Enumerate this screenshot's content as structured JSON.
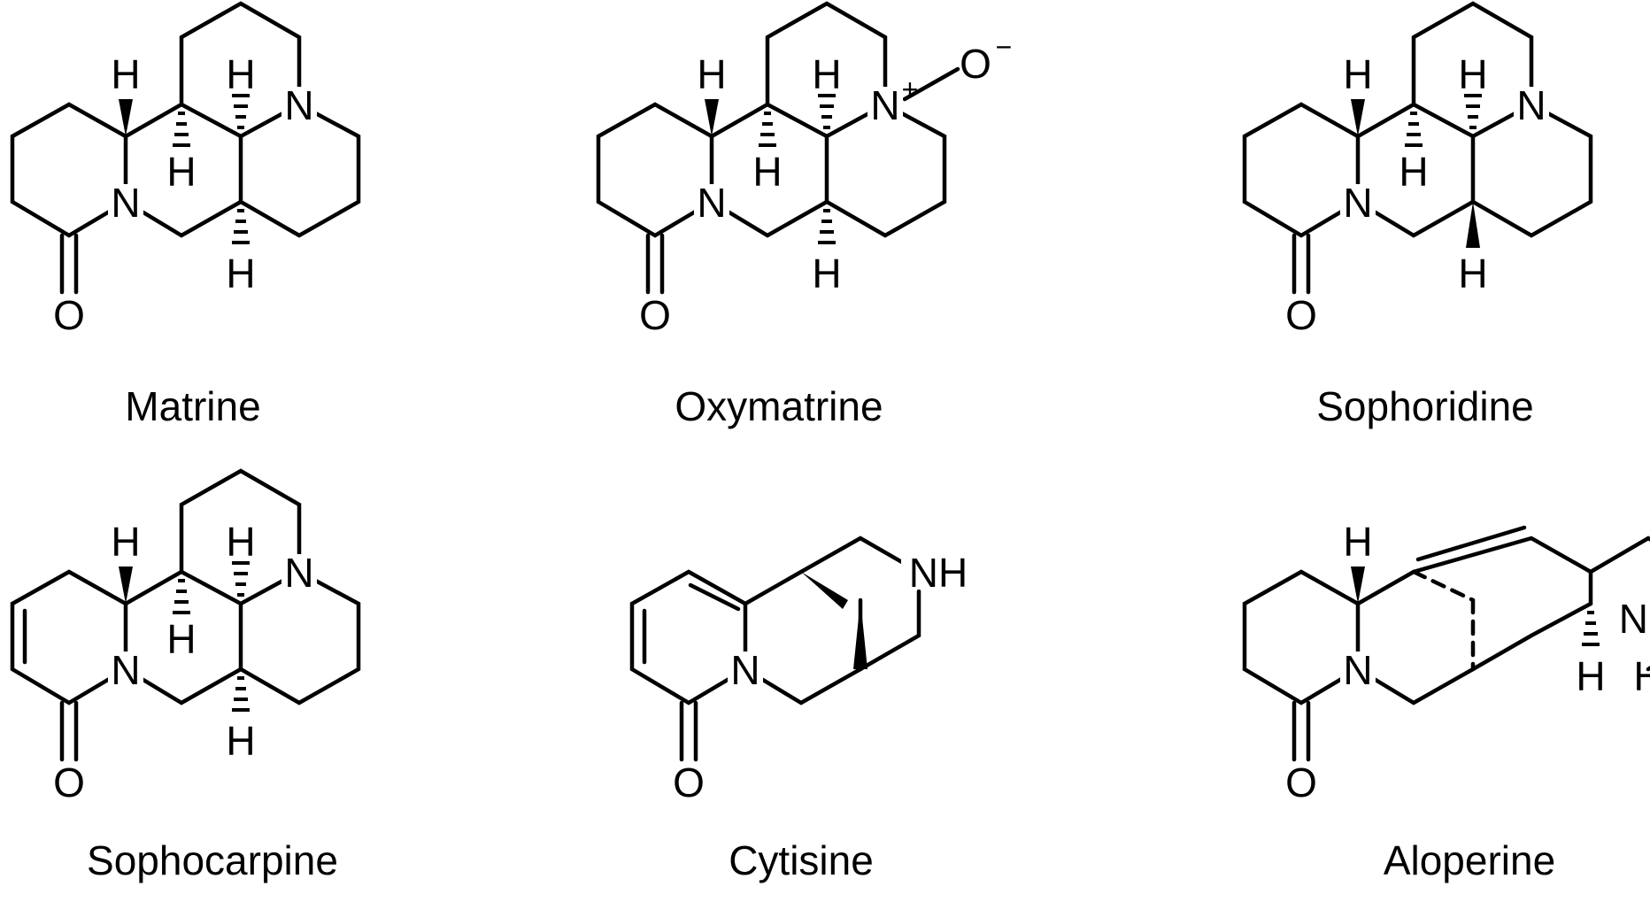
{
  "compounds": [
    {
      "name": "Matrine"
    },
    {
      "name": "Oxymatrine"
    },
    {
      "name": "Sophoridine"
    },
    {
      "name": "Sophocarpine"
    },
    {
      "name": "Cytisine"
    },
    {
      "name": "Aloperine"
    }
  ],
  "atoms": {
    "H": "H",
    "N": "N",
    "O": "O",
    "NH": "NH",
    "N_plus": "N",
    "plus": "+",
    "O_minus": "O",
    "minus": "−"
  }
}
